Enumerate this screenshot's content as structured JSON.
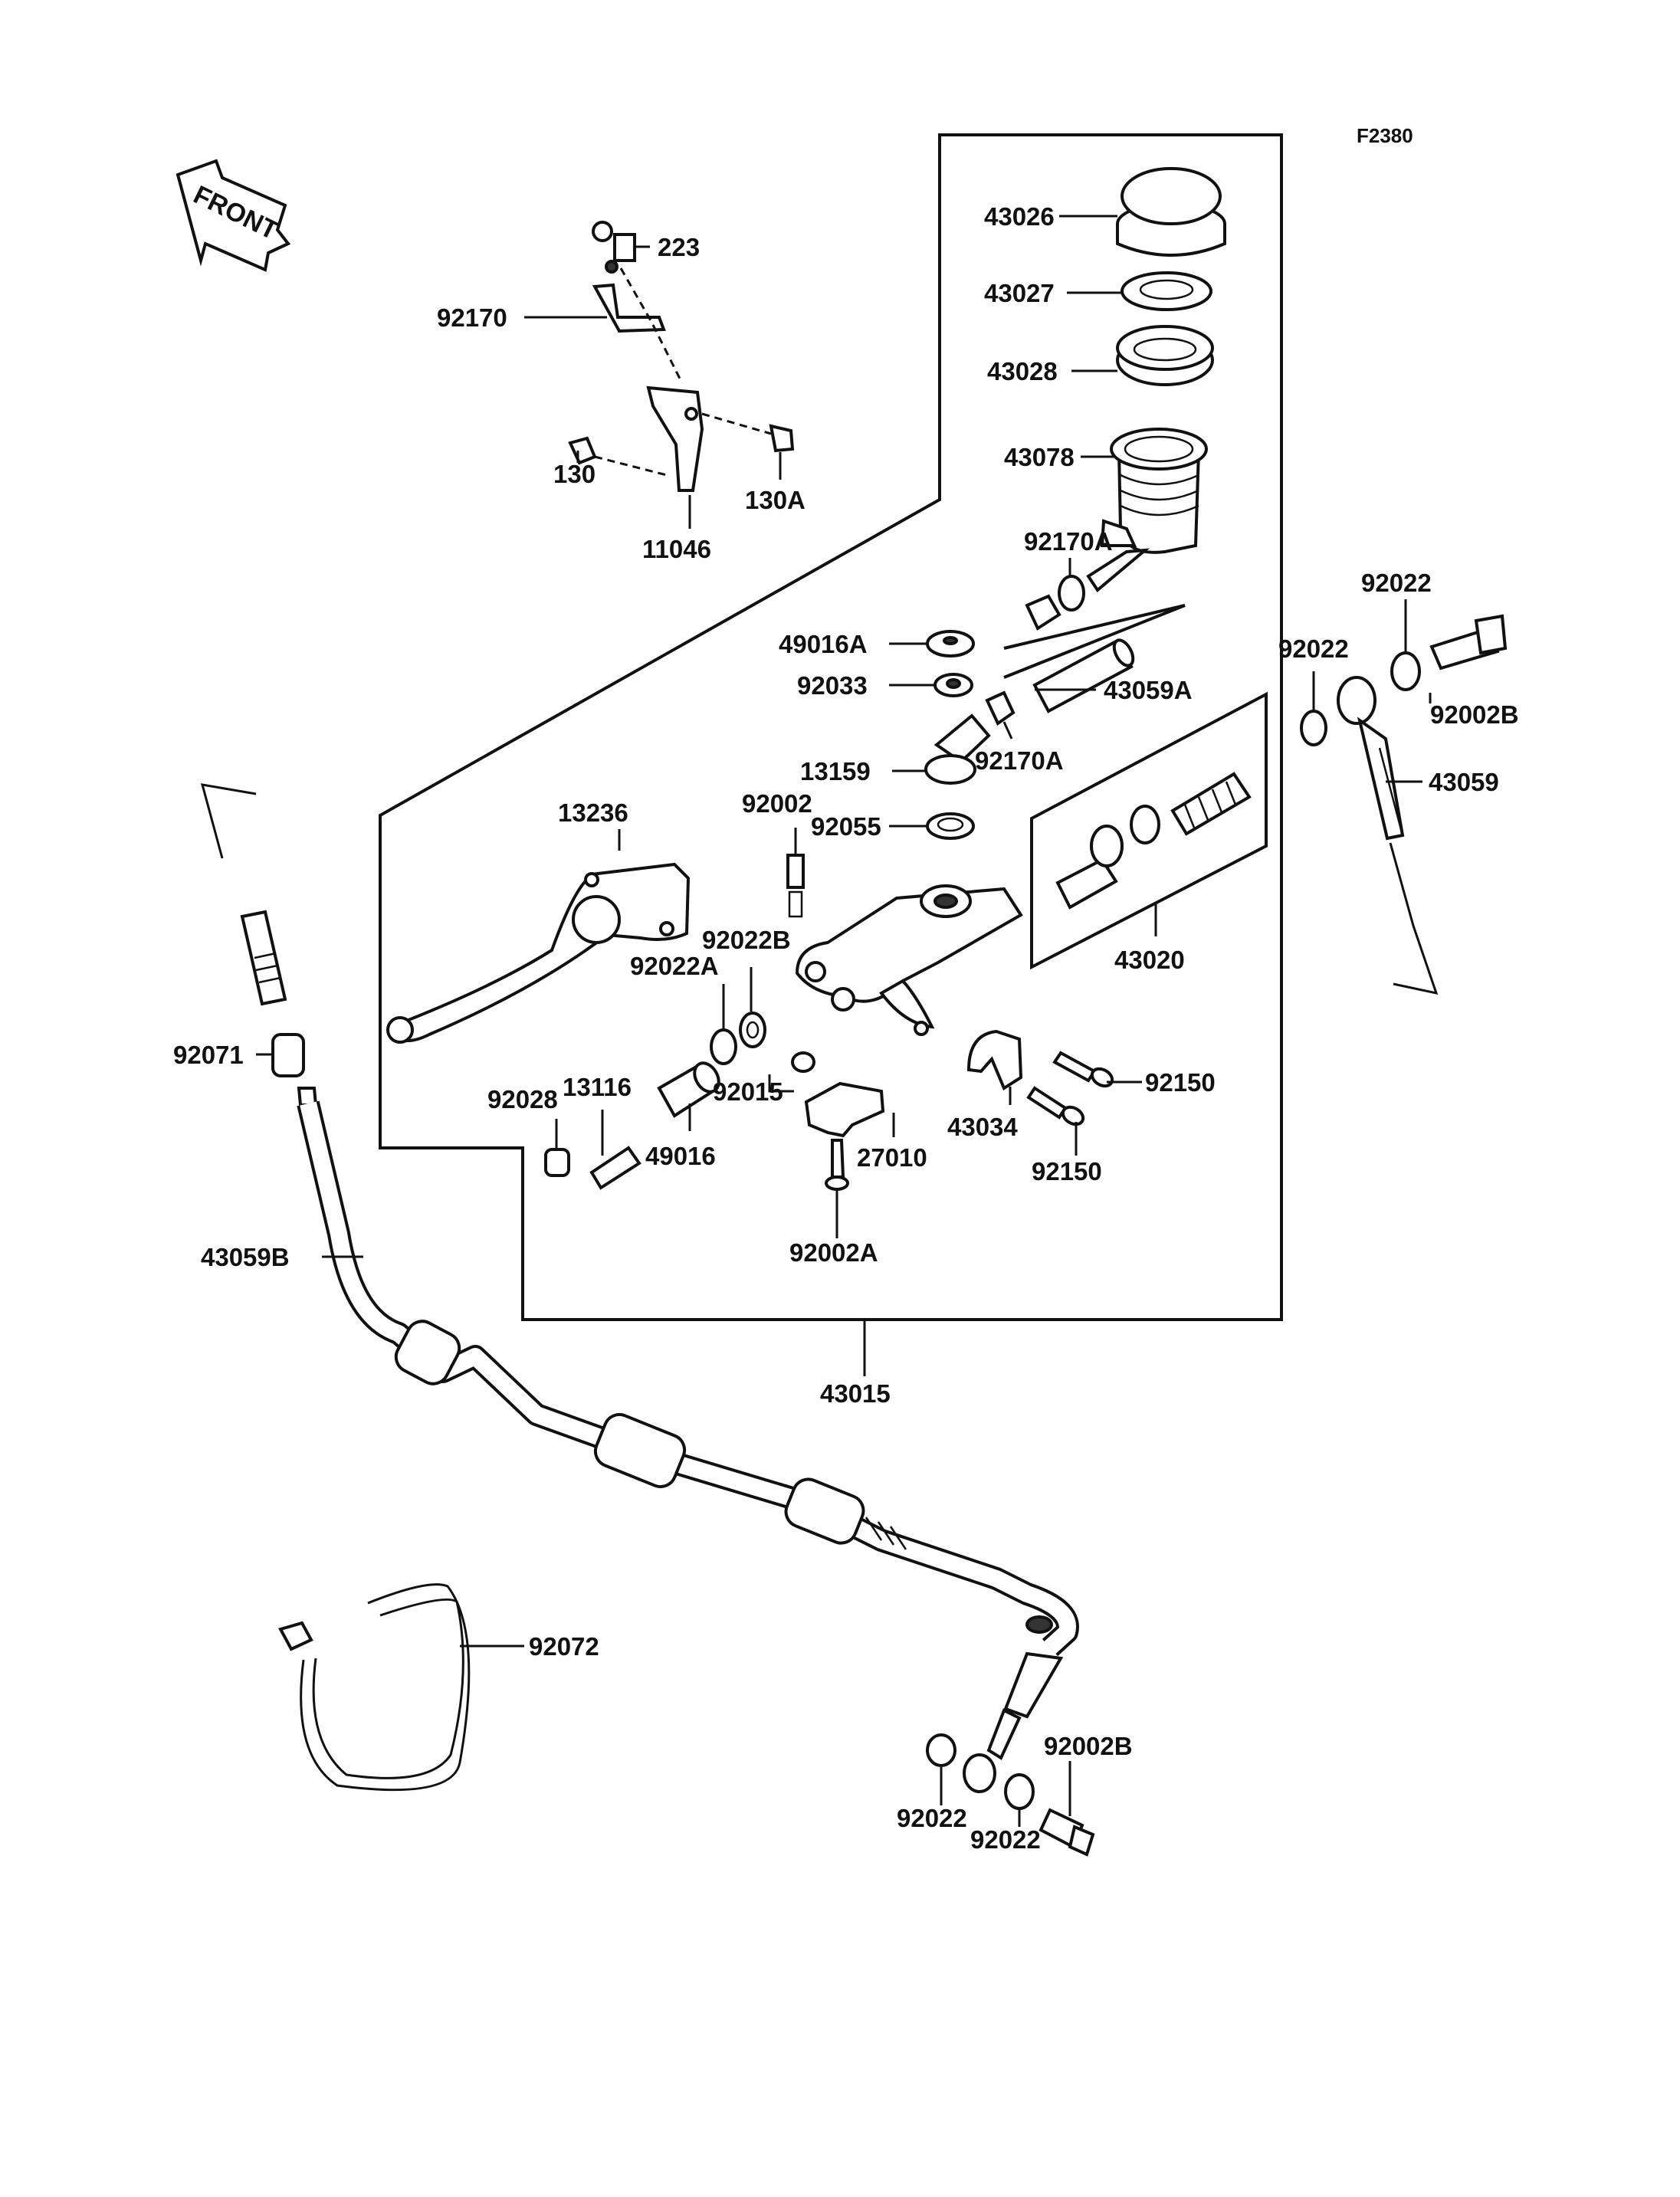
{
  "figure_code": "F2380",
  "front_label": "FRONT",
  "labels": {
    "l223": "223",
    "l92170": "92170",
    "l130": "130",
    "l130A": "130A",
    "l11046": "11046",
    "l43026": "43026",
    "l43027": "43027",
    "l43028": "43028",
    "l43078": "43078",
    "l92170A_top": "92170A",
    "l49016A": "49016A",
    "l92033": "92033",
    "l43059A": "43059A",
    "l92170A_mid": "92170A",
    "l13159": "13159",
    "l92002": "92002",
    "l92055": "92055",
    "l13236": "13236",
    "l92022B": "92022B",
    "l92022A": "92022A",
    "l43020": "43020",
    "l13116": "13116",
    "l92028": "92028",
    "l49016": "49016",
    "l92015": "92015",
    "l27010": "27010",
    "l43034": "43034",
    "l92150_a": "92150",
    "l92150_b": "92150",
    "l92002A": "92002A",
    "l43015": "43015",
    "l92071": "92071",
    "l43059B": "43059B",
    "l92072": "92072",
    "l92022_r1": "92022",
    "l92022_r2": "92022",
    "l92002B_r": "92002B",
    "l43059": "43059",
    "l92002B_b": "92002B",
    "l92022_b1": "92022",
    "l92022_b2": "92022"
  }
}
